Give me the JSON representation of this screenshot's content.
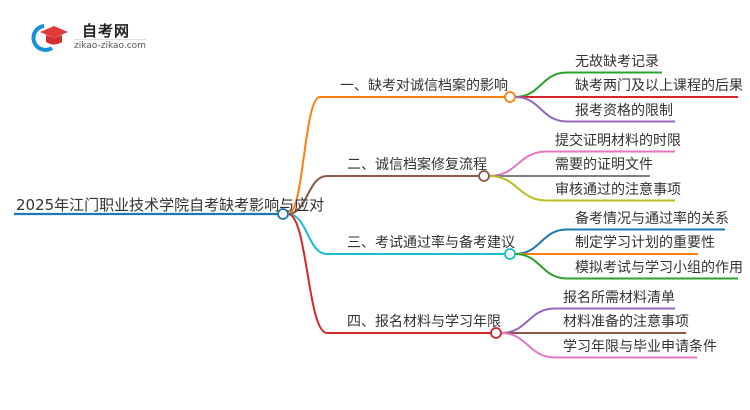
{
  "logo": {
    "title": "自考网",
    "url": "zikao-zikao.com"
  },
  "root": {
    "label": "2025年江门职业技术学院自考缺考影响与应对",
    "color": "#1f77b4"
  },
  "branches": [
    {
      "label": "一、缺考对诚信档案的影响",
      "color": "#ff7f0e",
      "children": [
        {
          "label": "无故缺考记录",
          "color": "#2ca02c"
        },
        {
          "label": "缺考两门及以上课程的后果",
          "color": "#d62728"
        },
        {
          "label": "报考资格的限制",
          "color": "#9467bd"
        }
      ]
    },
    {
      "label": "二、诚信档案修复流程",
      "color": "#8c564b",
      "children": [
        {
          "label": "提交证明材料的时限",
          "color": "#e377c2"
        },
        {
          "label": "需要的证明文件",
          "color": "#7f7f7f"
        },
        {
          "label": "审核通过的注意事项",
          "color": "#bcbd22"
        }
      ]
    },
    {
      "label": "三、考试通过率与备考建议",
      "color": "#17becf",
      "children": [
        {
          "label": "备考情况与通过率的关系",
          "color": "#1f77b4"
        },
        {
          "label": "制定学习计划的重要性",
          "color": "#ff7f0e"
        },
        {
          "label": "模拟考试与学习小组的作用",
          "color": "#2ca02c"
        }
      ]
    },
    {
      "label": "四、报名材料与学习年限",
      "color": "#d62728",
      "children": [
        {
          "label": "报名所需材料清单",
          "color": "#9467bd"
        },
        {
          "label": "材料准备的注意事项",
          "color": "#8c564b"
        },
        {
          "label": "学习年限与毕业申请条件",
          "color": "#e377c2"
        }
      ]
    }
  ]
}
